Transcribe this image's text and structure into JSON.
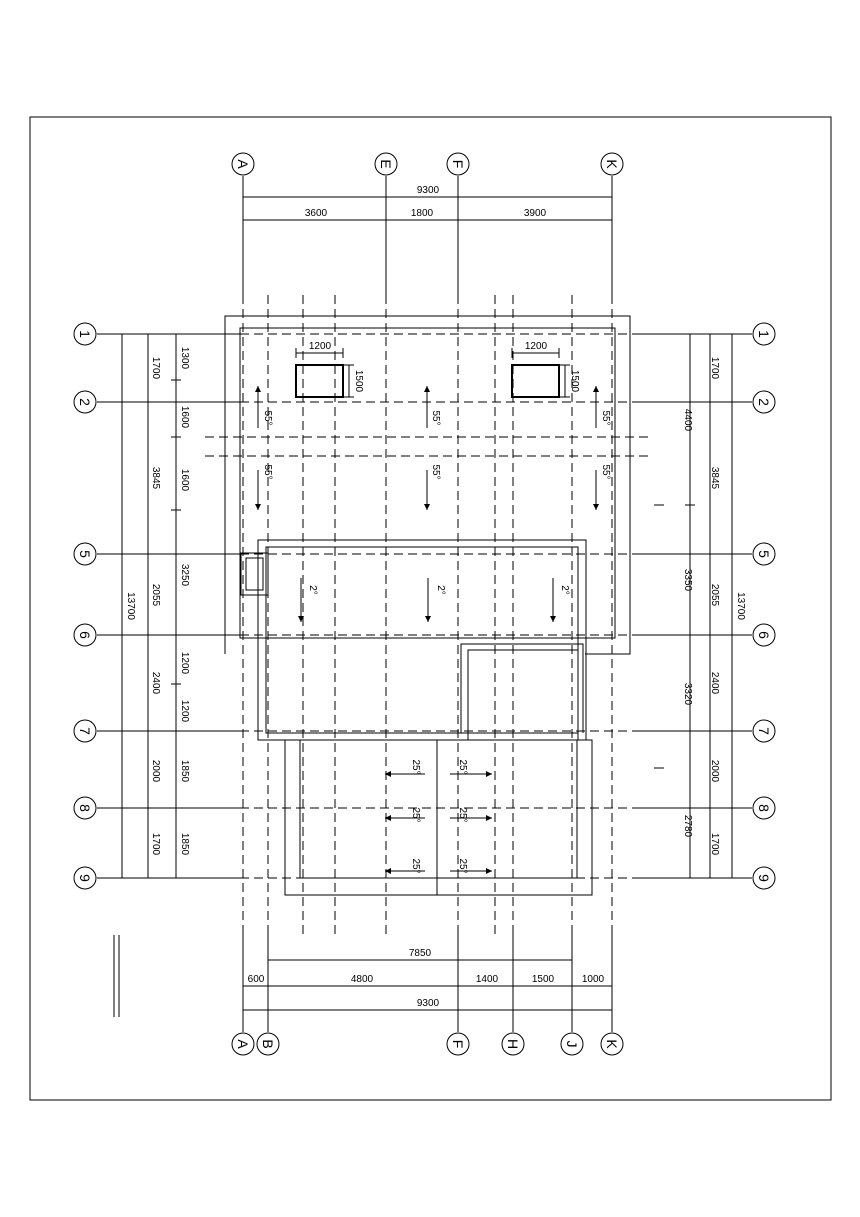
{
  "top_axes": [
    {
      "id": "A",
      "label": "A"
    },
    {
      "id": "E",
      "label": "E"
    },
    {
      "id": "F",
      "label": "F"
    },
    {
      "id": "K",
      "label": "K"
    }
  ],
  "bottom_axes": [
    {
      "id": "A",
      "label": "A"
    },
    {
      "id": "B",
      "label": "B"
    },
    {
      "id": "F",
      "label": "F"
    },
    {
      "id": "H",
      "label": "H"
    },
    {
      "id": "J",
      "label": "J"
    },
    {
      "id": "K",
      "label": "K"
    }
  ],
  "row_axes": [
    {
      "id": "1",
      "label": "1"
    },
    {
      "id": "2",
      "label": "2"
    },
    {
      "id": "5",
      "label": "5"
    },
    {
      "id": "6",
      "label": "6"
    },
    {
      "id": "7",
      "label": "7"
    },
    {
      "id": "8",
      "label": "8"
    },
    {
      "id": "9",
      "label": "9"
    }
  ],
  "top_dimensions": {
    "overall": "9300",
    "segments": [
      "3600",
      "1800",
      "3900"
    ]
  },
  "bottom_dimensions": {
    "overall_upper": "7850",
    "segments": [
      "600",
      "4800",
      "1400",
      "1500",
      "1000"
    ],
    "overall_lower": "9300"
  },
  "left_dimensions": {
    "inner": [
      "1300",
      "1600",
      "1600",
      "3250",
      "1200",
      "1200",
      "1850",
      "1850"
    ],
    "middle": [
      "1700",
      "3845",
      "2055",
      "2400",
      "2000",
      "1700"
    ],
    "overall": "13700"
  },
  "right_dimensions": {
    "inner": [
      "4400",
      "3350",
      "3320",
      "2780"
    ],
    "middle": [
      "1700",
      "3845",
      "2055",
      "2400",
      "2000",
      "1700"
    ],
    "overall": "13700"
  },
  "skylights": [
    {
      "width": "1200",
      "height": "1500"
    },
    {
      "width": "1200",
      "height": "1500"
    }
  ],
  "slopes": {
    "upper_roof": [
      "55°",
      "55°",
      "55°",
      "55°",
      "55°",
      "55°"
    ],
    "middle_roof": [
      "2°",
      "2°",
      "2°"
    ],
    "lower_roof": [
      "25°",
      "25°",
      "25°",
      "25°",
      "25°",
      "25°"
    ]
  }
}
